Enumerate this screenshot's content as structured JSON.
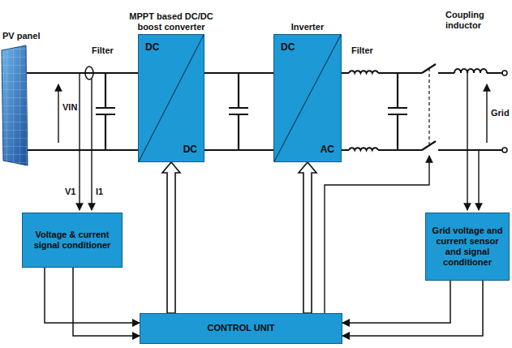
{
  "diagram": {
    "nodes": [
      {
        "text": [
          "MPPT based DC/DC boost converter",
          "DC",
          "DC"
        ]
      },
      {
        "text": [
          "Inverter",
          "DC",
          "AC"
        ]
      },
      {
        "text": [
          "Voltage & current signal conditioner"
        ]
      },
      {
        "text": [
          "Grid voltage and current sensor and signal conditioner"
        ]
      },
      {
        "text": [
          "CONTROL UNIT"
        ]
      }
    ],
    "edges": [
      {
        "from": 2,
        "to": 4,
        "arrow": "to"
      },
      {
        "from": 2,
        "to": 4,
        "arrow": "to"
      },
      {
        "from": 3,
        "to": 4,
        "arrow": "to"
      },
      {
        "from": 3,
        "to": 4,
        "arrow": "to"
      },
      {
        "from": 4,
        "to": 0,
        "arrow": "to"
      },
      {
        "from": 4,
        "to": 1,
        "arrow": "to"
      }
    ],
    "labels": [
      "PV panel",
      "Filter",
      "VIN",
      "V1",
      "I1",
      "Filter",
      "Coupling inductor",
      "Grid"
    ]
  }
}
